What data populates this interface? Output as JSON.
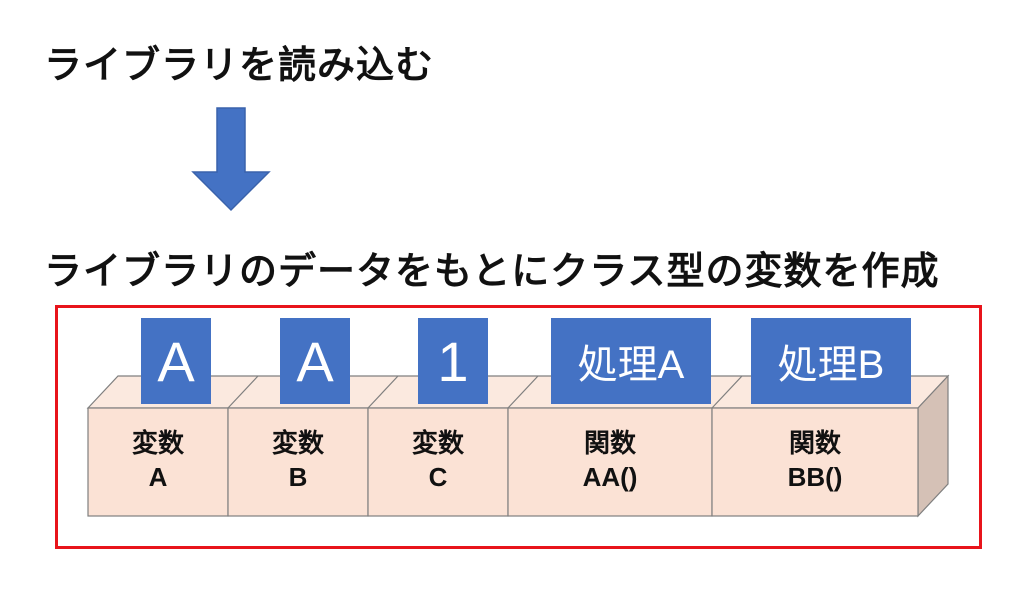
{
  "headings": {
    "top": "ライブラリを読み込む",
    "middle": "ライブラリのデータをもとにクラス型の変数を作成"
  },
  "colors": {
    "accent_blue": "#4472c4",
    "frame_red": "#e8141b",
    "box_face": "#fbe2d5",
    "box_top": "#fbe9df",
    "box_side": "#d5c1b6"
  },
  "cells": [
    {
      "kind_label": "変数",
      "name": "A",
      "value": "A"
    },
    {
      "kind_label": "変数",
      "name": "B",
      "value": "A"
    },
    {
      "kind_label": "変数",
      "name": "C",
      "value": "1"
    },
    {
      "kind_label": "関数",
      "name": "AA()",
      "value": "処理A"
    },
    {
      "kind_label": "関数",
      "name": "BB()",
      "value": "処理B"
    }
  ]
}
